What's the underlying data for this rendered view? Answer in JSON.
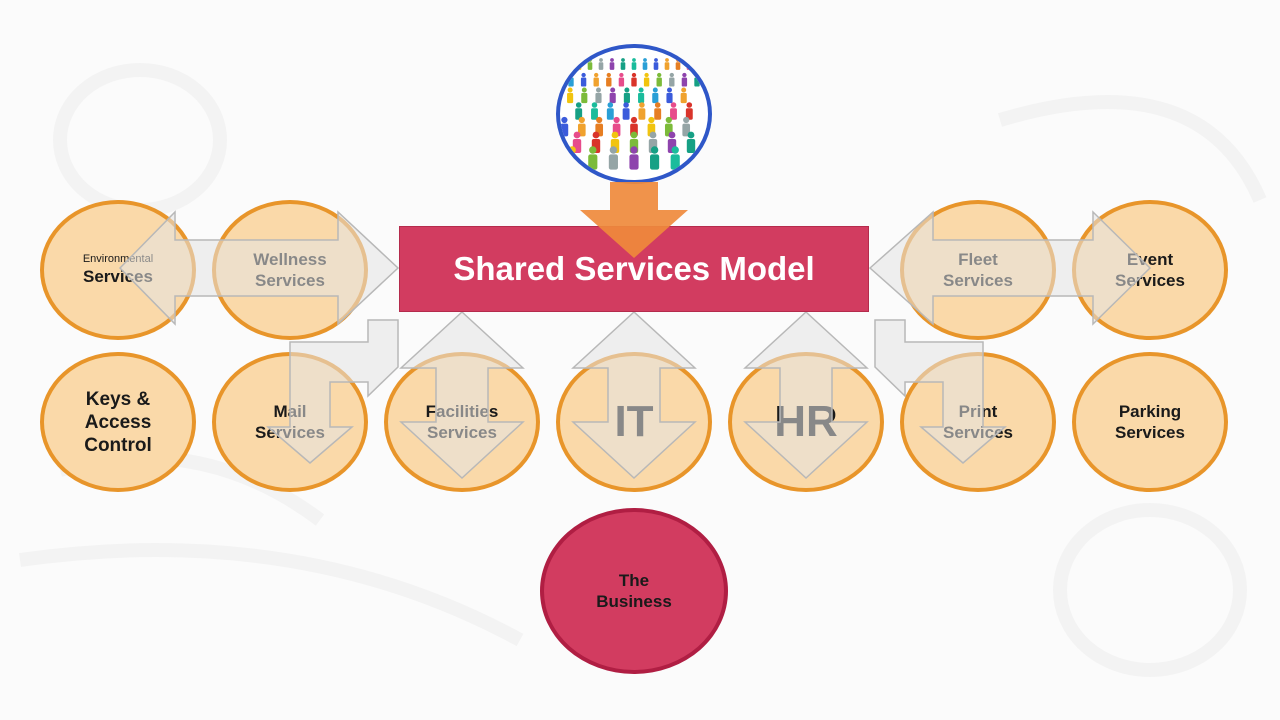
{
  "diagram": {
    "title": "Shared Services Model",
    "nodes": {
      "environmental": {
        "line1": "Environmental",
        "line2": "Services"
      },
      "wellness": {
        "line1": "Wellness",
        "line2": "Services"
      },
      "fleet": {
        "line1": "Fleet",
        "line2": "Services"
      },
      "event": {
        "line1": "Event",
        "line2": "Services"
      },
      "keys": {
        "line1": "Keys &",
        "line2": "Access",
        "line3": "Control"
      },
      "mail": {
        "line1": "Mail",
        "line2": "Services"
      },
      "facilities": {
        "line1": "Facilities",
        "line2": "Services"
      },
      "it": {
        "label": "IT"
      },
      "hr": {
        "label": "HR"
      },
      "print": {
        "line1": "Print",
        "line2": "Services"
      },
      "parking": {
        "line1": "Parking",
        "line2": "Services"
      },
      "business": {
        "line1": "The",
        "line2": "Business"
      }
    },
    "colors": {
      "node_fill": "#fad6a2",
      "node_border": "#e8952a",
      "banner": "#d23c60",
      "business_fill": "#d23c60",
      "people_ring": "#2f57c8",
      "arrow_fill": "#eaeaea",
      "arrow_stroke": "#bdbdbd",
      "down_arrow": "#ef8a3c"
    },
    "icons": [
      "crowd-of-people-icon"
    ]
  }
}
